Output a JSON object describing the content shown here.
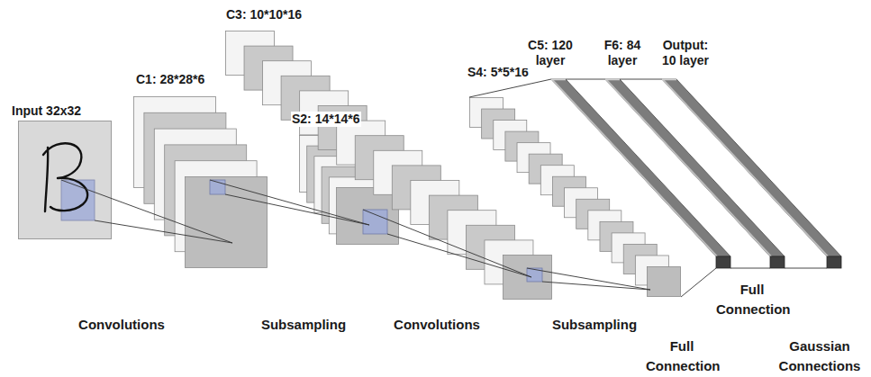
{
  "diagram": {
    "nodes": [
      {
        "text": [
          "Input 32x32"
        ]
      },
      {
        "text": [
          "C1: 28*28*6"
        ]
      },
      {
        "text": [
          "S2: 14*14*6"
        ]
      },
      {
        "text": [
          "C3: 10*10*16"
        ]
      },
      {
        "text": [
          "S4: 5*5*16"
        ]
      },
      {
        "text": [
          "C5: 120 layer"
        ]
      },
      {
        "text": [
          "F6: 84 layer"
        ]
      },
      {
        "text": [
          "Output: 10 layer"
        ]
      }
    ],
    "edges": [
      {
        "from": 0,
        "to": 1,
        "arrow": "none"
      },
      {
        "from": 1,
        "to": 2,
        "arrow": "none"
      },
      {
        "from": 2,
        "to": 3,
        "arrow": "none"
      },
      {
        "from": 3,
        "to": 4,
        "arrow": "none"
      },
      {
        "from": 4,
        "to": 5,
        "arrow": "none"
      },
      {
        "from": 5,
        "to": 6,
        "arrow": "none"
      },
      {
        "from": 6,
        "to": 7,
        "arrow": "none"
      }
    ],
    "labels": [
      "Convolutions",
      "Subsampling",
      "Convolutions",
      "Subsampling",
      "Full Connection",
      "Full Connection",
      "Gaussian Connections"
    ]
  }
}
